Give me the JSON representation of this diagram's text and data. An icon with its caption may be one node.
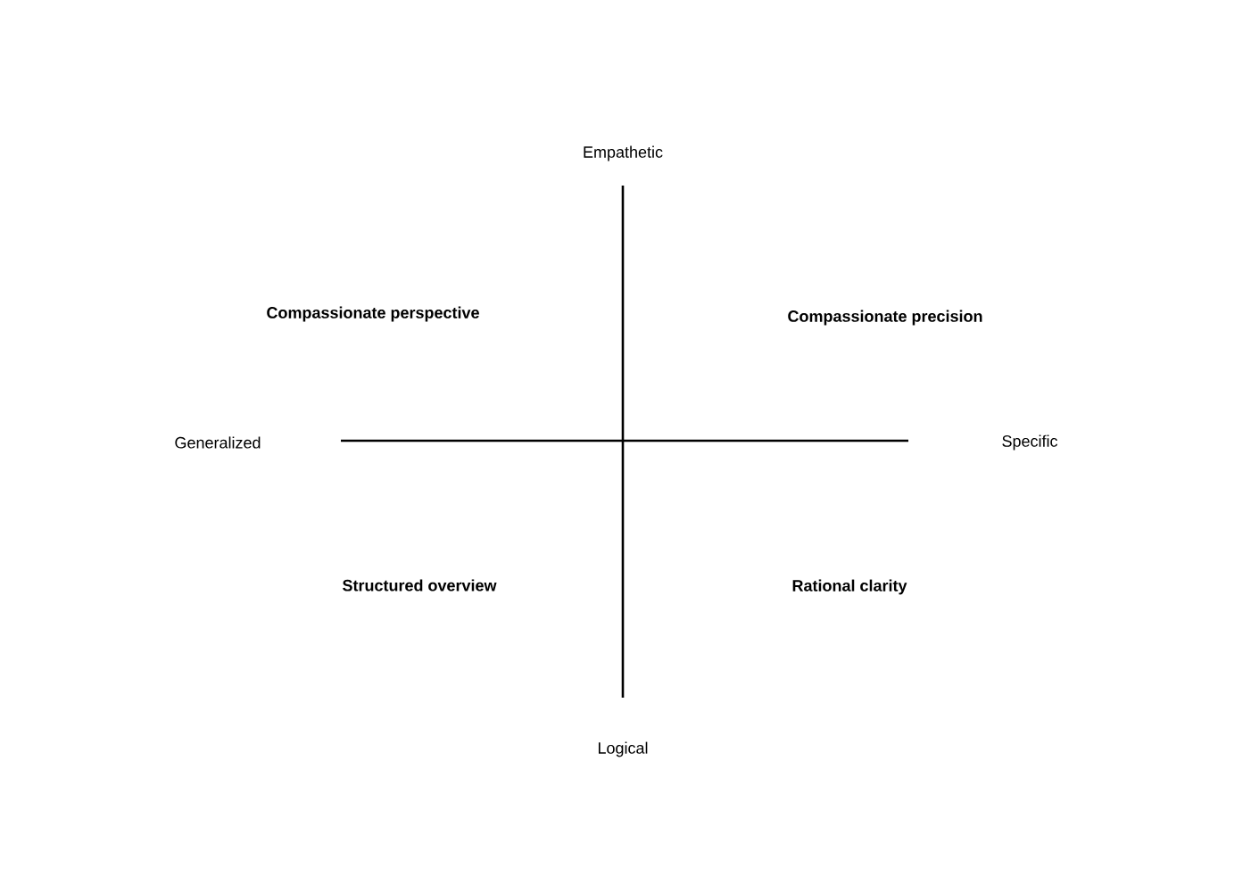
{
  "diagram": {
    "labels": [
      "Empathetic",
      "Compassionate perspective",
      "Compassionate precision",
      "Generalized",
      "Specific",
      "Structured overview",
      "Rational clarity",
      "Logical"
    ]
  }
}
